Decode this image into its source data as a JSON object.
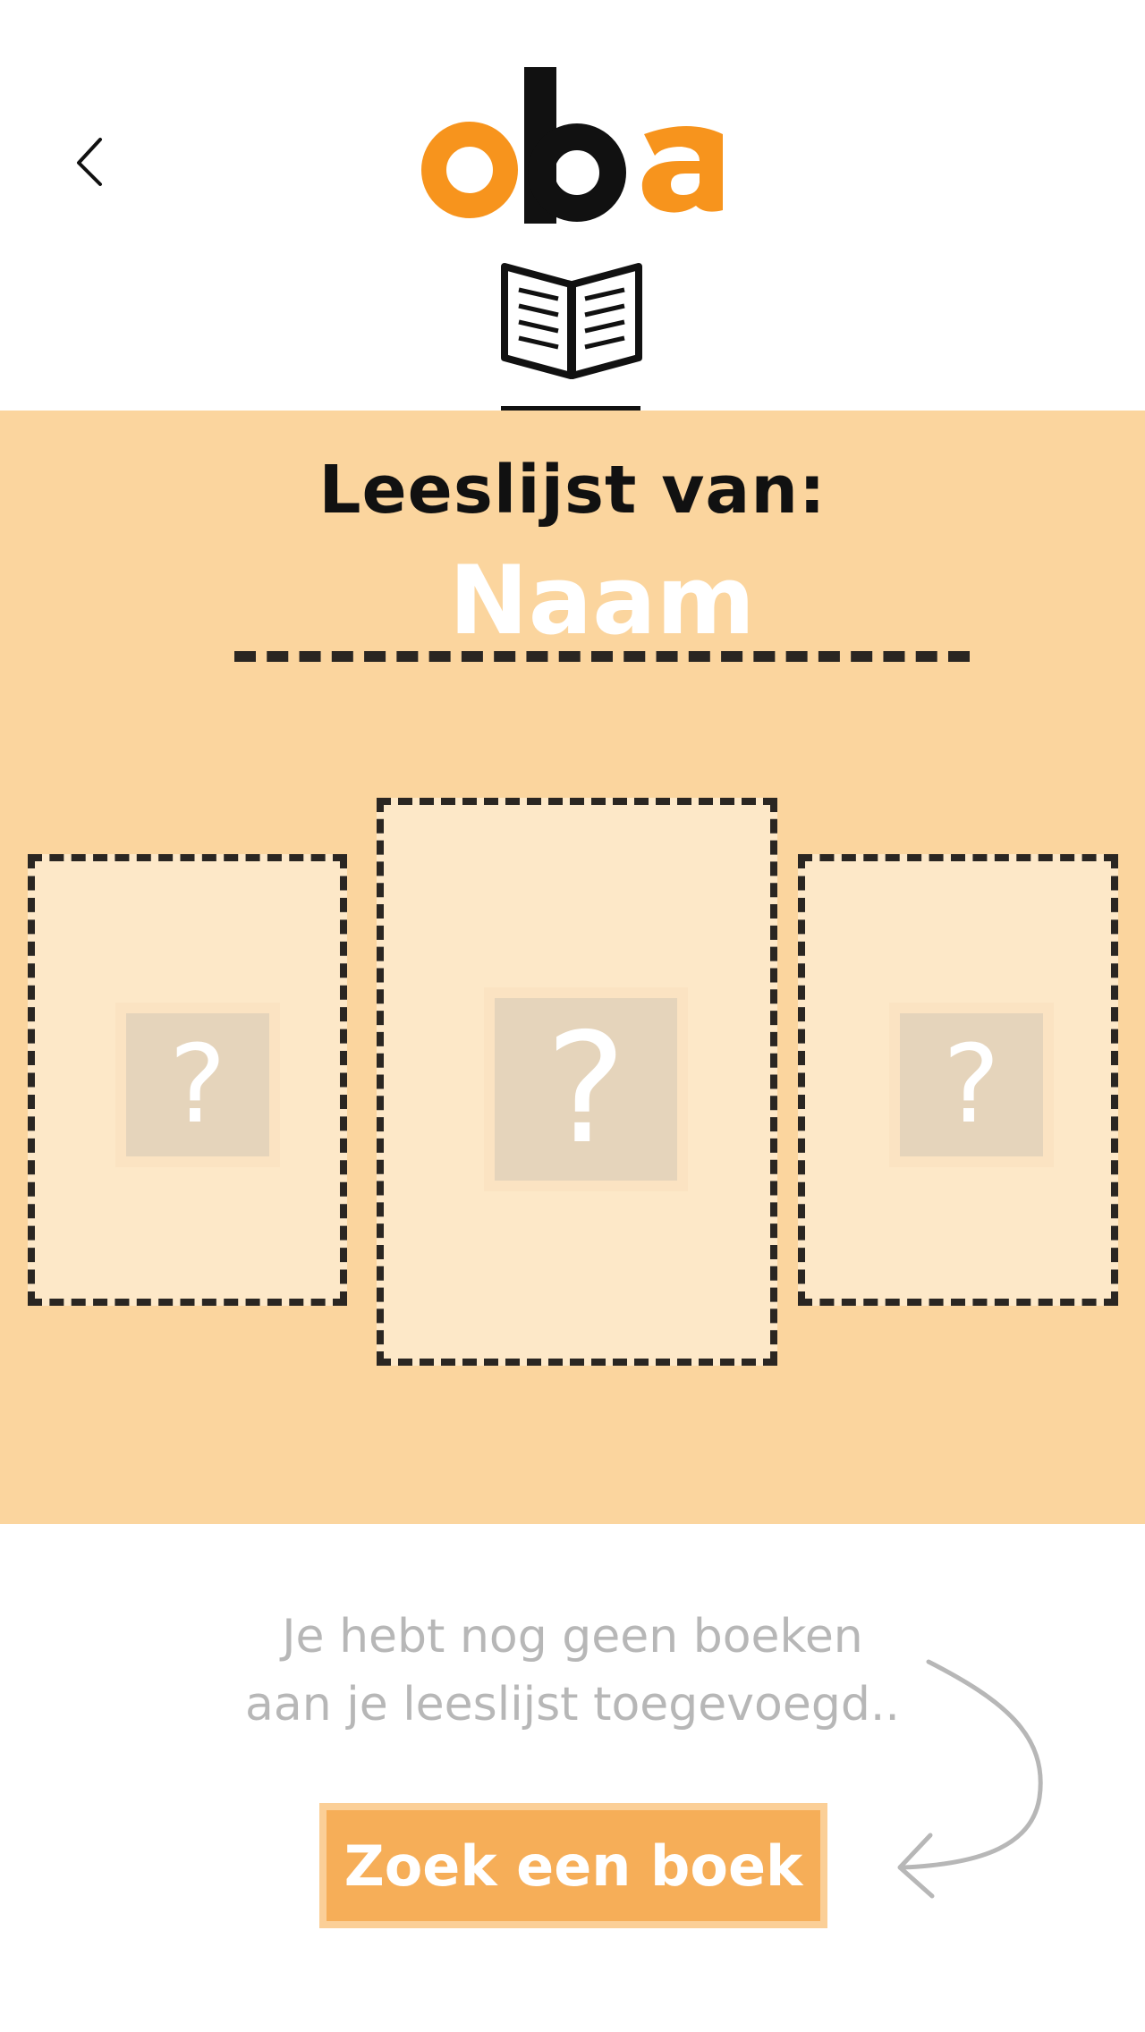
{
  "header": {
    "back_icon": "chevron-left-icon",
    "logo": {
      "letters": [
        "o",
        "b",
        "a"
      ],
      "colors": {
        "orange": "#f7941d",
        "black": "#111111"
      }
    },
    "tab_icon": "open-book-icon"
  },
  "reading_list": {
    "title": "Leeslijst van:",
    "name_value": "Naam",
    "slots": [
      {
        "placeholder": "?"
      },
      {
        "placeholder": "?"
      },
      {
        "placeholder": "?"
      }
    ]
  },
  "empty_state": {
    "line1": "Je hebt nog geen boeken",
    "line2": "aan je leeslijst toegevoegd..",
    "arrow_icon": "curved-arrow-icon"
  },
  "cta": {
    "label": "Zoek een boek"
  },
  "colors": {
    "panel_bg": "#fbd59e",
    "slot_bg": "#fde8c8",
    "placeholder_bg": "#e5d4bb",
    "button_bg": "#f6ae58",
    "muted_text": "#b7b7b7"
  }
}
